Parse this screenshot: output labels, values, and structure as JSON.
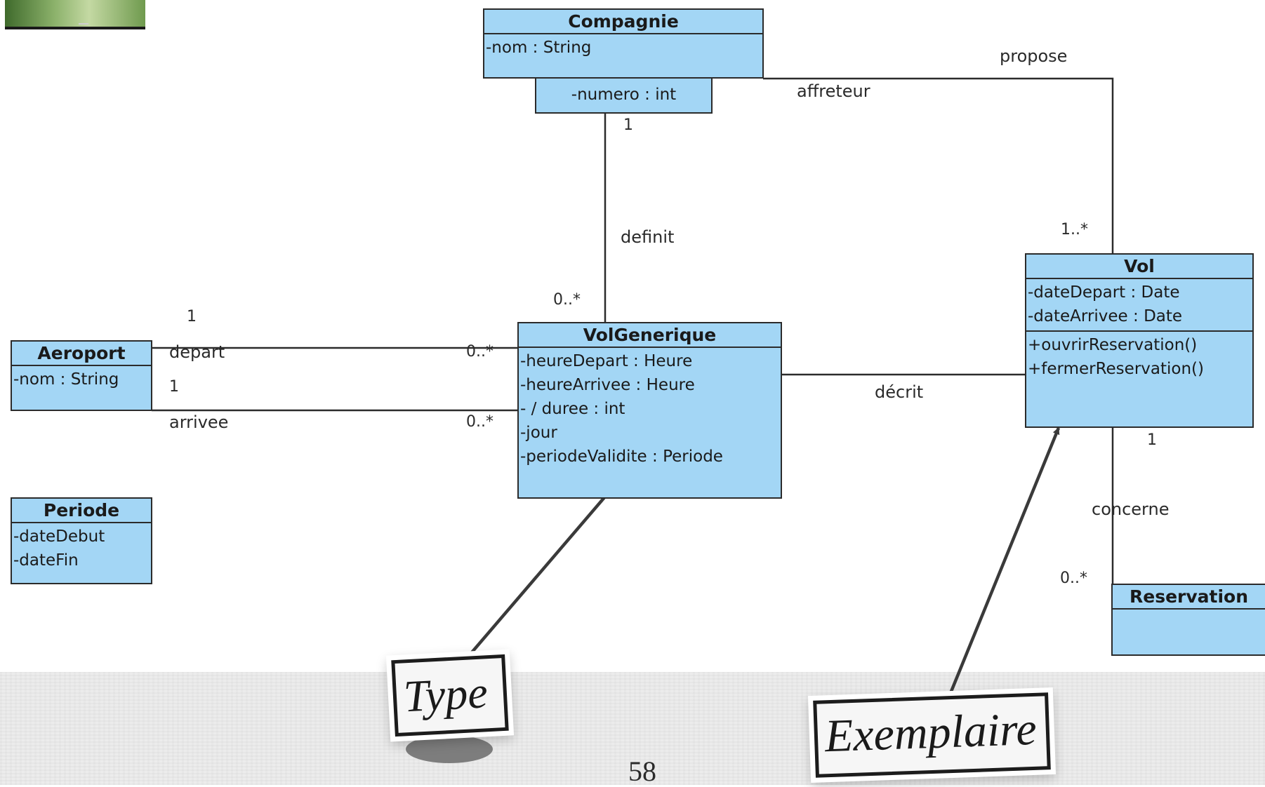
{
  "classes": {
    "compagnie": {
      "name": "Compagnie",
      "attributes": [
        "-nom : String"
      ],
      "qualifier": "-numero : int"
    },
    "vol": {
      "name": "Vol",
      "attributes": [
        "-dateDepart : Date",
        "-dateArrivee : Date"
      ],
      "operations": [
        "+ouvrirReservation()",
        "+fermerReservation()"
      ]
    },
    "aeroport": {
      "name": "Aeroport",
      "attributes": [
        "-nom : String"
      ]
    },
    "volgenerique": {
      "name": "VolGenerique",
      "attributes": [
        "-heureDepart : Heure",
        "-heureArrivee : Heure",
        "- / duree : int",
        "-jour",
        "-periodeValidite : Periode"
      ]
    },
    "periode": {
      "name": "Periode",
      "attributes": [
        "-dateDebut",
        "-dateFin"
      ]
    },
    "reservation": {
      "name": "Reservation"
    }
  },
  "associations": {
    "propose": {
      "label": "propose",
      "role": "affreteur",
      "multiplicity_vol": "1..*"
    },
    "definit": {
      "label": "definit",
      "multiplicity_compagnie": "1",
      "multiplicity_volgenerique": "0..*"
    },
    "depart": {
      "role": "depart",
      "multiplicity_aeroport": "1",
      "multiplicity_volgenerique": "0..*"
    },
    "arrivee": {
      "role": "arrivee",
      "multiplicity_aeroport": "1",
      "multiplicity_volgenerique": "0..*"
    },
    "decrit": {
      "label": "décrit"
    },
    "concerne": {
      "label": "concerne",
      "multiplicity_vol": "1",
      "multiplicity_reservation": "0..*"
    }
  },
  "annotations": {
    "type_label": "Type",
    "exemplaire_label": "Exemplaire"
  },
  "page_number": "58",
  "colors": {
    "class_fill": "#a3d6f5",
    "line": "#2b2b2b",
    "arrow": "#3a3a3a"
  }
}
